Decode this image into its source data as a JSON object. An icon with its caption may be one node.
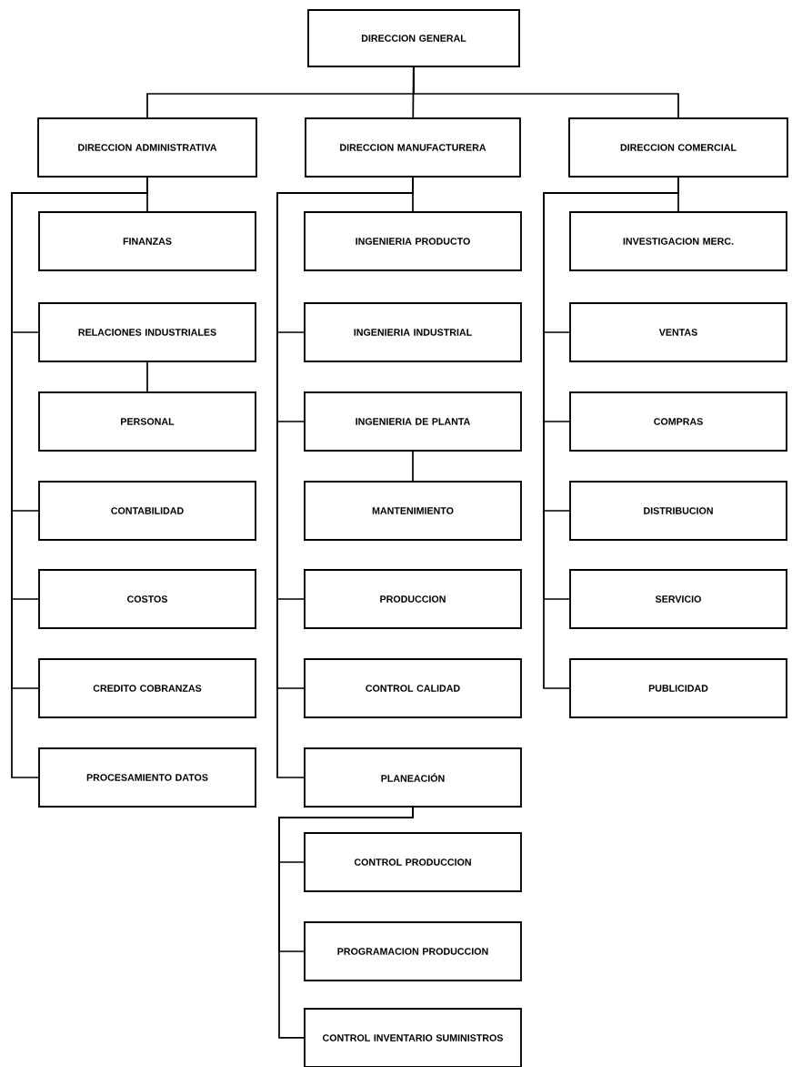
{
  "diagram": {
    "nodes": [
      {
        "text": [
          "DIRECCION GENERAL"
        ]
      },
      {
        "text": [
          "DIRECCION ADMINISTRATIVA"
        ]
      },
      {
        "text": [
          "DIRECCION MANUFACTURERA"
        ]
      },
      {
        "text": [
          "DIRECCION COMERCIAL"
        ]
      },
      {
        "text": [
          "FINANZAS"
        ]
      },
      {
        "text": [
          "RELACIONES INDUSTRIALES"
        ]
      },
      {
        "text": [
          "PERSONAL"
        ]
      },
      {
        "text": [
          "CONTABILIDAD"
        ]
      },
      {
        "text": [
          "COSTOS"
        ]
      },
      {
        "text": [
          "CREDITO COBRANZAS"
        ]
      },
      {
        "text": [
          "PROCESAMIENTO DATOS"
        ]
      },
      {
        "text": [
          "INGENIERIA PRODUCTO"
        ]
      },
      {
        "text": [
          "INGENIERIA INDUSTRIAL"
        ]
      },
      {
        "text": [
          "INGENIERIA DE PLANTA"
        ]
      },
      {
        "text": [
          "MANTENIMIENTO"
        ]
      },
      {
        "text": [
          "PRODUCCION"
        ]
      },
      {
        "text": [
          "CONTROL CALIDAD"
        ]
      },
      {
        "text": [
          "PLANEACIÓN"
        ]
      },
      {
        "text": [
          "CONTROL PRODUCCION"
        ]
      },
      {
        "text": [
          "PROGRAMACION PRODUCCION"
        ]
      },
      {
        "text": [
          "CONTROL INVENTARIO SUMINISTROS"
        ]
      },
      {
        "text": [
          "INVESTIGACION MERC."
        ]
      },
      {
        "text": [
          "VENTAS"
        ]
      },
      {
        "text": [
          "COMPRAS"
        ]
      },
      {
        "text": [
          "DISTRIBUCION"
        ]
      },
      {
        "text": [
          "SERVICIO"
        ]
      },
      {
        "text": [
          "PUBLICIDAD"
        ]
      }
    ],
    "edges": [
      {
        "from": 0,
        "to": 1,
        "arrow": "none"
      },
      {
        "from": 0,
        "to": 2,
        "arrow": "none"
      },
      {
        "from": 0,
        "to": 3,
        "arrow": "none"
      },
      {
        "from": 1,
        "to": 4,
        "arrow": "none"
      },
      {
        "from": 1,
        "to": 5,
        "arrow": "none"
      },
      {
        "from": 5,
        "to": 6,
        "arrow": "none"
      },
      {
        "from": 1,
        "to": 7,
        "arrow": "none"
      },
      {
        "from": 1,
        "to": 8,
        "arrow": "none"
      },
      {
        "from": 1,
        "to": 9,
        "arrow": "none"
      },
      {
        "from": 1,
        "to": 10,
        "arrow": "none"
      },
      {
        "from": 2,
        "to": 11,
        "arrow": "none"
      },
      {
        "from": 2,
        "to": 12,
        "arrow": "none"
      },
      {
        "from": 2,
        "to": 13,
        "arrow": "none"
      },
      {
        "from": 13,
        "to": 14,
        "arrow": "none"
      },
      {
        "from": 2,
        "to": 15,
        "arrow": "none"
      },
      {
        "from": 2,
        "to": 16,
        "arrow": "none"
      },
      {
        "from": 2,
        "to": 17,
        "arrow": "none"
      },
      {
        "from": 17,
        "to": 18,
        "arrow": "none"
      },
      {
        "from": 17,
        "to": 19,
        "arrow": "none"
      },
      {
        "from": 17,
        "to": 20,
        "arrow": "none"
      },
      {
        "from": 3,
        "to": 21,
        "arrow": "none"
      },
      {
        "from": 3,
        "to": 22,
        "arrow": "none"
      },
      {
        "from": 3,
        "to": 23,
        "arrow": "none"
      },
      {
        "from": 3,
        "to": 24,
        "arrow": "none"
      },
      {
        "from": 3,
        "to": 25,
        "arrow": "none"
      },
      {
        "from": 3,
        "to": 26,
        "arrow": "none"
      }
    ]
  }
}
